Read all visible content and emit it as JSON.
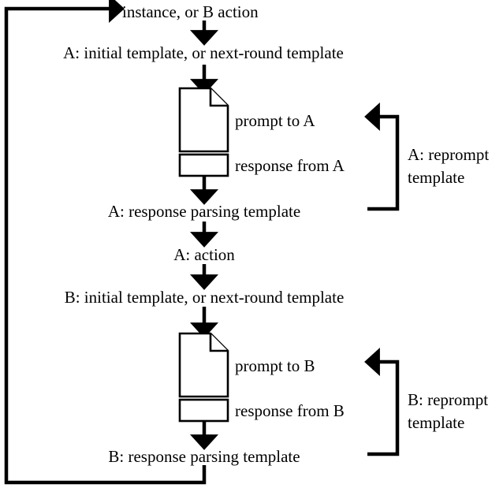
{
  "diagram": {
    "type": "flowchart",
    "title": "Two-agent prompting loop",
    "nodes": {
      "entry_label": "instance, or B action",
      "a_initial_template": "A: initial template, or next-round template",
      "a_prompt": "prompt to A",
      "a_response": "response from A",
      "a_parsing_template": "A: response parsing template",
      "a_action": "A: action",
      "b_initial_template": "B: initial template, or next-round template",
      "b_prompt": "prompt to B",
      "b_response": "response from B",
      "b_parsing_template": "B: response parsing template",
      "a_reprompt_template": "A: reprompt template",
      "b_reprompt_template": "B: reprompt template"
    },
    "colors": {
      "stroke": "#000000",
      "fill": "#ffffff",
      "text": "#000000"
    }
  }
}
